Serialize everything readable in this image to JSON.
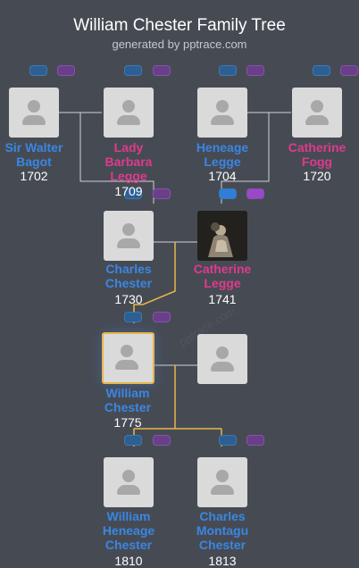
{
  "header": {
    "title": "William Chester Family Tree",
    "subtitle": "generated by pptrace.com"
  },
  "watermark": "pptrace.com",
  "colors": {
    "background": "#464b53",
    "male_name": "#3a86e4",
    "female_name": "#e0398e",
    "descent_line": "#e7b74a",
    "spouse_line": "#cfd3d8"
  },
  "people": {
    "walter": {
      "name": "Sir Walter Bagot",
      "lines": [
        "Sir Walter",
        "Bagot"
      ],
      "year": "1702",
      "gender": "male"
    },
    "barbara": {
      "name": "Lady Barbara Legge",
      "lines": [
        "Lady",
        "Barbara",
        "Legge"
      ],
      "year": "1709",
      "gender": "female"
    },
    "heneage": {
      "name": "Heneage Legge",
      "lines": [
        "Heneage",
        "Legge"
      ],
      "year": "1704",
      "gender": "male"
    },
    "catherine_fogg": {
      "name": "Catherine Fogg",
      "lines": [
        "Catherine",
        "Fogg"
      ],
      "year": "1720",
      "gender": "female"
    },
    "charles": {
      "name": "Charles Chester",
      "lines": [
        "Charles",
        "Chester"
      ],
      "year": "1730",
      "gender": "male"
    },
    "catherine_legge": {
      "name": "Catherine Legge",
      "lines": [
        "Catherine",
        "Legge"
      ],
      "year": "1741",
      "gender": "female",
      "has_photo": true
    },
    "william": {
      "name": "William Chester",
      "lines": [
        "William",
        "Chester"
      ],
      "year": "1775",
      "gender": "male",
      "selected": true
    },
    "william_spouse": {
      "name": "",
      "lines": [],
      "year": "",
      "gender": "unknown"
    },
    "william_heneage": {
      "name": "William Heneage Chester",
      "lines": [
        "William",
        "Heneage",
        "Chester"
      ],
      "year": "1810",
      "gender": "male"
    },
    "charles_montagu": {
      "name": "Charles Montagu Chester",
      "lines": [
        "Charles",
        "Montagu",
        "Chester"
      ],
      "year": "1813",
      "gender": "male"
    }
  },
  "icons": {
    "avatar": "person-silhouette-icon",
    "father_pill": "father-link-icon",
    "mother_pill": "mother-link-icon"
  }
}
